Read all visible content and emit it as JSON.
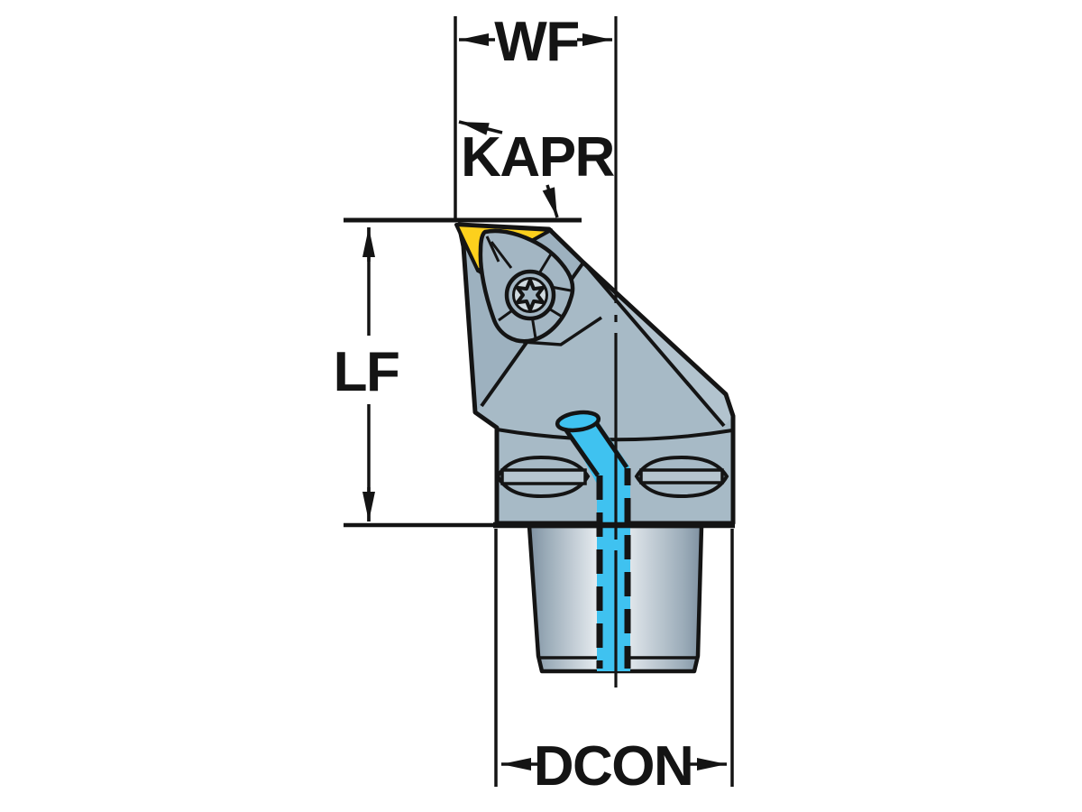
{
  "diagram": {
    "background": "#ffffff",
    "line_color": "#141414",
    "dimension_labels": {
      "wf": "WF",
      "kapr": "KAPR",
      "lf": "LF",
      "dcon": "DCON"
    },
    "colors": {
      "body": "#a7bac6",
      "body_shaded": "#9db1bf",
      "body_highlight": "#b2c3ce",
      "clamp": "#a3b6c3",
      "screw_ring": "#cfd9df",
      "slot_band": "#b6c5cf",
      "insert_yellow": "#fcd01d",
      "coolant_cyan": "#3fc2f0",
      "shank_edge": "#7e90a1",
      "shank_mid": "#9aabb8",
      "shank_center": "#e7ecf0"
    }
  }
}
